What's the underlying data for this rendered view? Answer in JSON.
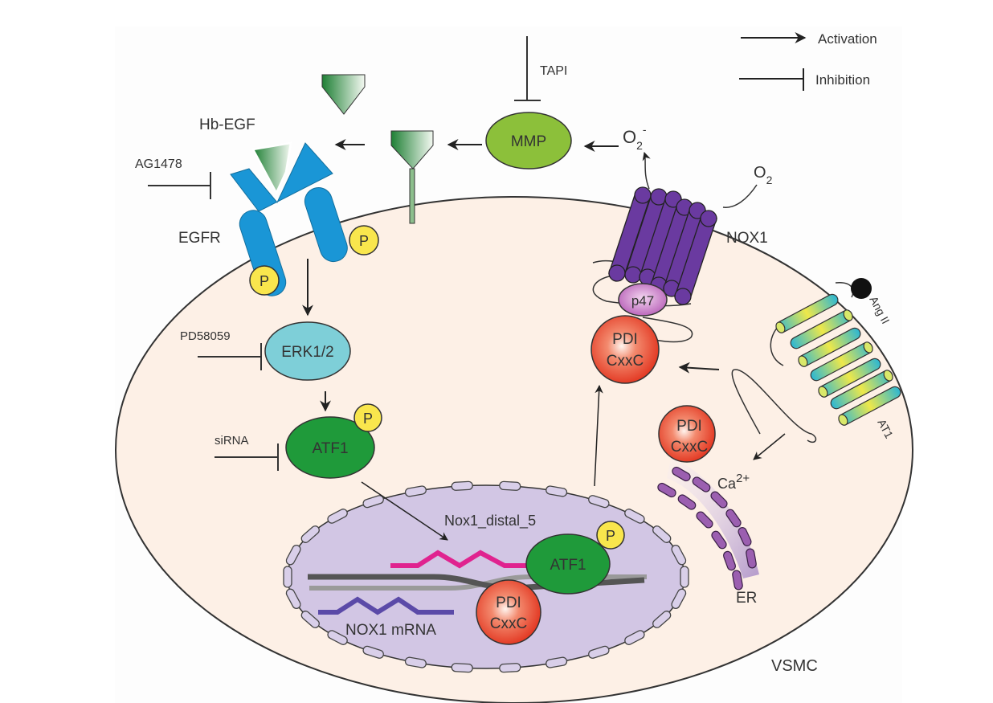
{
  "diagram": {
    "cell_label": "VSMC",
    "legend": [
      {
        "symbol": "arrow",
        "label": "Activation"
      },
      {
        "symbol": "tbar",
        "label": "Inhibition"
      }
    ],
    "ligand": "Hb-EGF",
    "receptor_egfr": "EGFR",
    "inhibitors": {
      "ag1478": "AG1478",
      "tapi": "TAPI",
      "pd58059": "PD58059",
      "sirna": "siRNA"
    },
    "nodes": {
      "mmp": "MMP",
      "superoxide": "O",
      "superoxide_sub": "2",
      "superoxide_sup": "-",
      "oxygen": "O",
      "oxygen_sub": "2",
      "nox1": "NOX1",
      "p47": "p47",
      "erk": "ERK1/2",
      "atf1": "ATF1",
      "atf1_nuclear": "ATF1",
      "phospho": "P",
      "pdi_line1": "PDI",
      "pdi_line2": "CxxC",
      "angii": "Ang II",
      "at1": "AT1",
      "calcium": "Ca",
      "calcium_sup": "2+",
      "er": "ER",
      "promoter": "Nox1_distal_5",
      "mrna": "NOX1 mRNA"
    },
    "colors": {
      "cell_fill": "#fdf0e6",
      "nucleus_fill": "#d2c6e4",
      "egfr_blue": "#1a96d6",
      "mmp_green": "#8cc03a",
      "atf1_green": "#1f9a3a",
      "erk_teal": "#7ecfd8",
      "nox_purple": "#6a3aa0",
      "p47_pink": "#c77cc6",
      "pdi_red": "#e23a22",
      "phospho_yellow": "#f9e64d",
      "promoter_magenta": "#e0238f",
      "mrna_blue": "#5b4aa8",
      "er_purple": "#9b5fb0"
    }
  }
}
